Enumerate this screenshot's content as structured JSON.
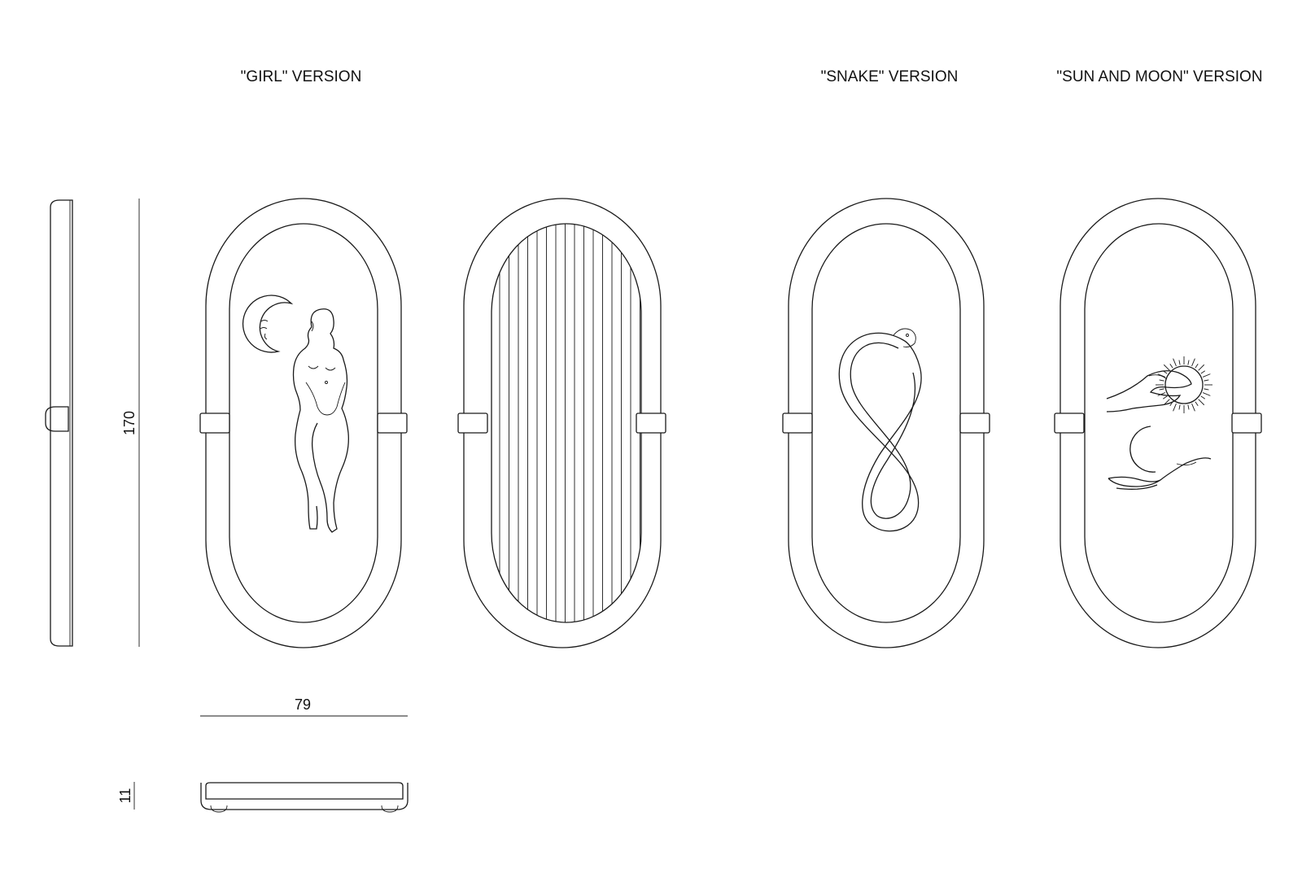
{
  "labels": {
    "girl_version": "\"GIRL\" VERSION",
    "snake_version": "\"SNAKE\" VERSION",
    "sun_moon_version": "\"SUN AND MOON\" VERSION"
  },
  "dimensions": {
    "height": "170",
    "width": "79",
    "depth": "11"
  },
  "colors": {
    "line": "#1a1a1a",
    "background": "#ffffff"
  }
}
